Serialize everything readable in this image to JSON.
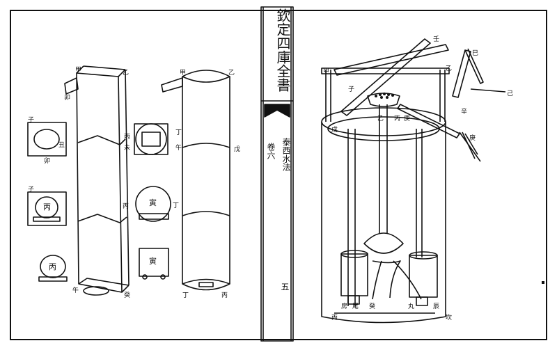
{
  "spine": {
    "title": "欽定四庫全書",
    "subtitle": "泰西水法",
    "volume": "卷六",
    "page_no": "五"
  },
  "left_labels": {
    "sq1_a": "子",
    "sq1_b": "丑",
    "sq1_c": "卯",
    "sq2_a": "子",
    "sq2_b": "丙",
    "sq3": "丙",
    "col1_top_a": "甲",
    "col1_top_b": "乙",
    "col1_left": "卯",
    "col1_mid": "丙",
    "col1_bot_a": "午",
    "col1_bot_b": "癸",
    "sq_mid_a": "丙",
    "sq_mid_b": "未",
    "circ_mid": "寅",
    "circ_mid_side": "丁",
    "sq_small": "寅",
    "col2_top_a": "甲",
    "col2_top_b": "乙",
    "col2_side_a": "丁",
    "col2_side_b": "午",
    "col2_right": "戊",
    "col2_bot_a": "丁",
    "col2_bot_b": "丙"
  },
  "right_labels": {
    "top_a": "壬",
    "top_b": "甲",
    "top_c": "乙",
    "beam_a": "子",
    "beam_b": "庚",
    "ring_a": "丙",
    "ring_b": "乙",
    "left_a": "戊",
    "right_a": "巳",
    "right_b": "己",
    "right_c": "辛",
    "spout": "庚",
    "bot_a": "房",
    "bot_b": "尾",
    "bot_c": "癸",
    "bot_d": "丸",
    "bot_e": "辰",
    "base_a": "丙",
    "base_b": "坎"
  }
}
